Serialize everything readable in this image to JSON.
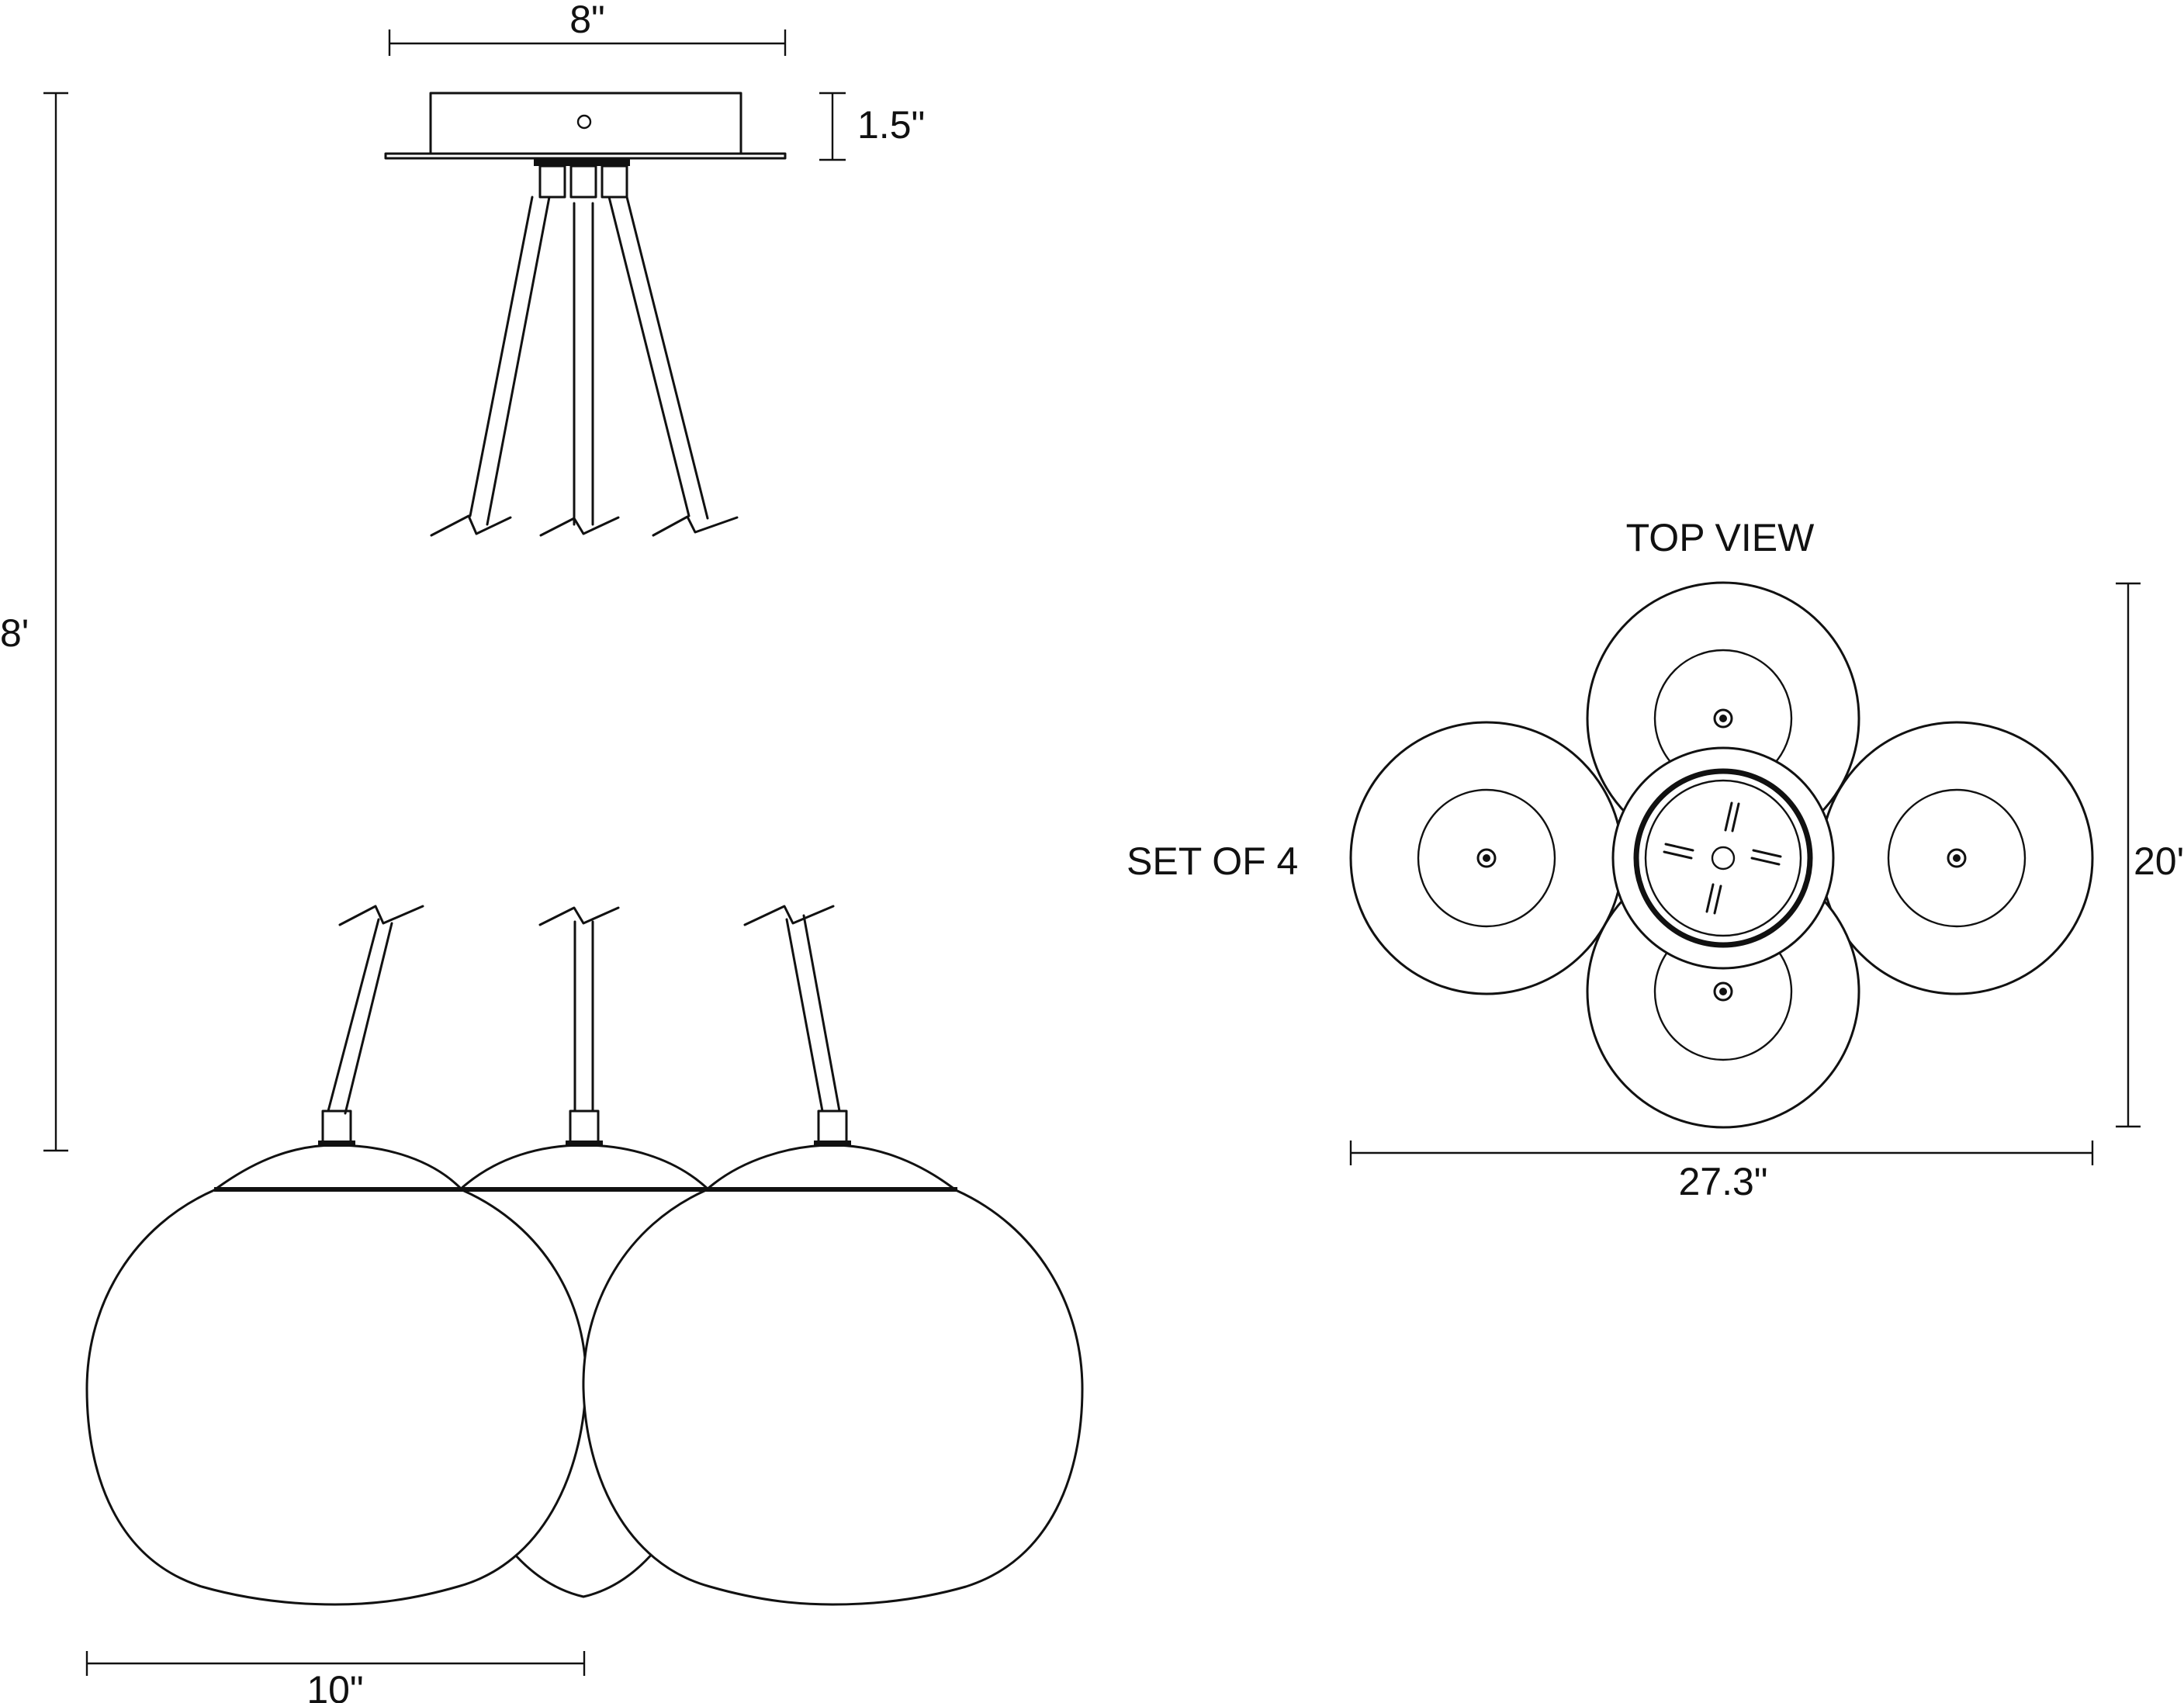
{
  "dimensions": {
    "canopy_width": "8\"",
    "canopy_height": "1.5\"",
    "overall_height": "8'",
    "globe_diameter": "10\"",
    "top_view_width": "27.3\"",
    "top_view_depth": "20'"
  },
  "labels": {
    "top_view": "TOP VIEW",
    "set_of": "SET OF 4"
  },
  "colors": {
    "line": "#111111",
    "background": "#ffffff"
  }
}
